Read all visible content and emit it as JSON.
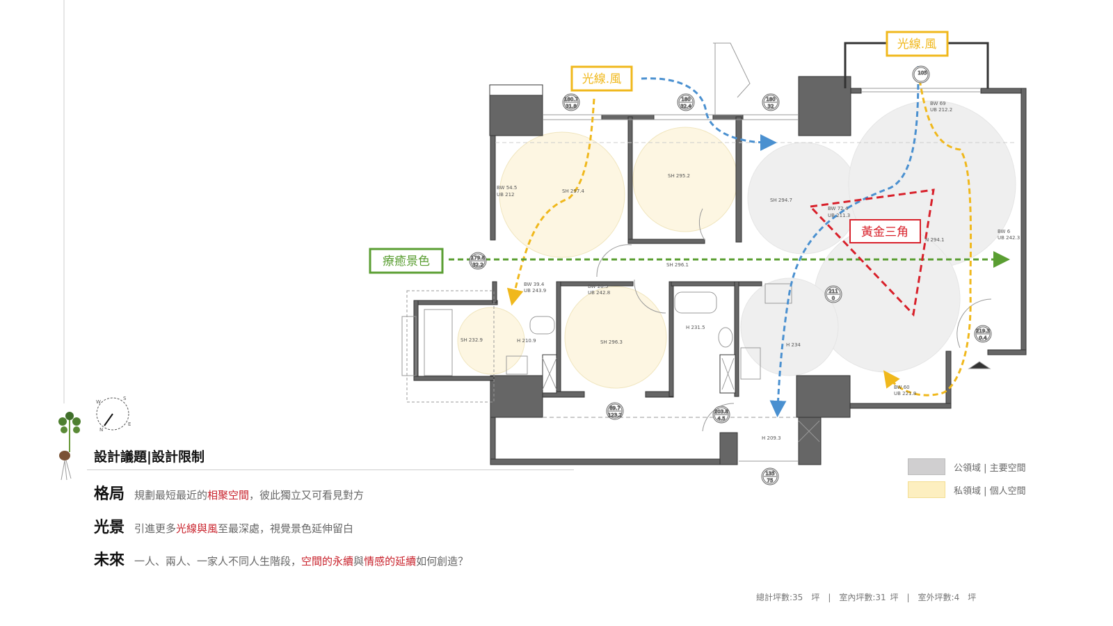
{
  "plan": {
    "callouts": {
      "light_wind_left": "光線.風",
      "light_wind_right": "光線.風",
      "healing_view": "療癒景色",
      "golden_triangle": "黃金三角"
    },
    "labels": [
      "BW 54.5",
      "UB 212",
      "SH 297.4",
      "SH 295.2",
      "SH 296.1",
      "SH 294.7",
      "BW 72.4",
      "UB 211.3",
      "N 294.1",
      "BW 69",
      "UB 212.2",
      "BW 6",
      "UB 242.3",
      "BW 39.4",
      "UB 243.9",
      "BW 26.5",
      "UB 242.8",
      "SH 232.9",
      "H 210.9",
      "SH 296.3",
      "H 231.5",
      "H 234",
      "BW 60",
      "UB 221.8",
      "H 209.3"
    ],
    "markers": [
      [
        "180.7",
        "31.8"
      ],
      [
        "180",
        "32.4"
      ],
      [
        "180",
        "32"
      ],
      [
        "105",
        ""
      ],
      [
        "179.6",
        "32.2"
      ],
      [
        "211",
        "0"
      ],
      [
        "219.3",
        "0.4"
      ],
      [
        "89.7",
        "123.2"
      ],
      [
        "203.8",
        "4.5"
      ],
      [
        "135",
        "75"
      ]
    ],
    "compass": [
      "N",
      "S",
      "E",
      "W"
    ],
    "colors": {
      "public": "#d0cfd0",
      "private": "#fdefc0",
      "light_path": "#f0b81c",
      "wind_path": "#4a90d0",
      "view_path": "#5a9e32",
      "triangle": "#d8202a"
    }
  },
  "issues": {
    "title": "設計議題|設計限制",
    "rows": [
      {
        "key": "格局",
        "parts": [
          {
            "t": "規劃最短最近的"
          },
          {
            "t": "相聚空間",
            "red": true
          },
          {
            "t": "，彼此獨立又可看見對方"
          }
        ]
      },
      {
        "key": "光景",
        "parts": [
          {
            "t": "引進更多"
          },
          {
            "t": "光線與風",
            "red": true
          },
          {
            "t": "至最深處，視覺景色延伸留白"
          }
        ]
      },
      {
        "key": "未來",
        "parts": [
          {
            "t": "一人、兩人、一家人不同人生階段，"
          },
          {
            "t": "空間的永續",
            "red": true
          },
          {
            "t": "與"
          },
          {
            "t": "情感的延續",
            "red": true
          },
          {
            "t": "如何創造？"
          }
        ]
      }
    ]
  },
  "legend": [
    {
      "label": "公領域 | 主要空間"
    },
    {
      "label": "私領域 | 個人空間"
    }
  ],
  "footer": "總計坪數:35　坪　|　室內坪數:31 坪　|　室外坪數:4　坪"
}
